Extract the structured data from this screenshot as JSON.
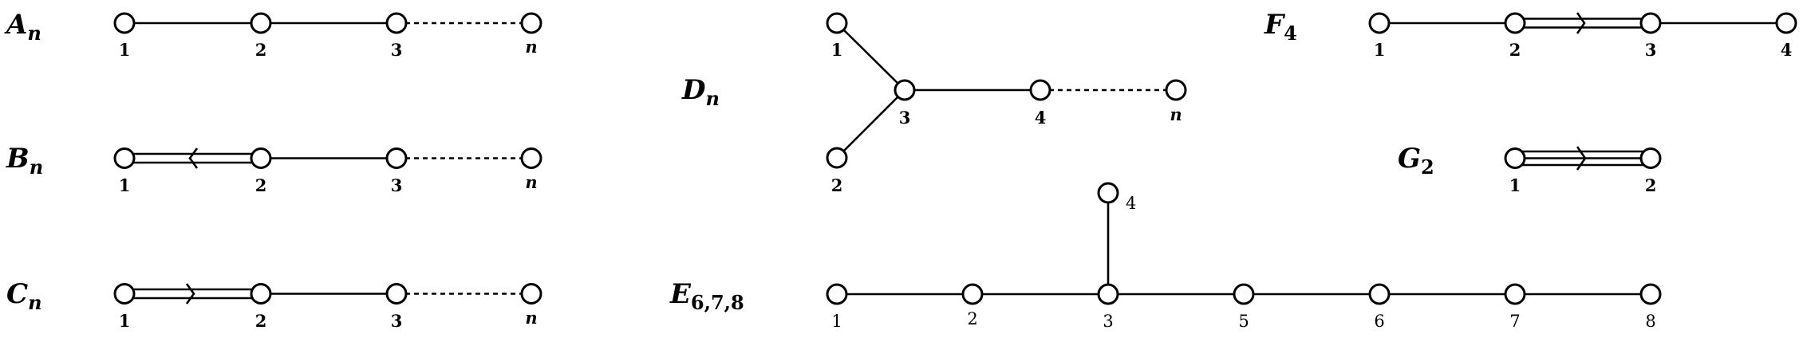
{
  "diagrams": [
    {
      "key": "A",
      "name": "A",
      "sub": "n",
      "sub_italic": true,
      "labels": [
        "1",
        "2",
        "3",
        "n"
      ]
    },
    {
      "key": "B",
      "name": "B",
      "sub": "n",
      "sub_italic": true,
      "labels": [
        "1",
        "2",
        "3",
        "n"
      ]
    },
    {
      "key": "C",
      "name": "C",
      "sub": "n",
      "sub_italic": true,
      "labels": [
        "1",
        "2",
        "3",
        "n"
      ]
    },
    {
      "key": "D",
      "name": "D",
      "sub": "n",
      "sub_italic": true,
      "labels": [
        "1",
        "2",
        "3",
        "4",
        "n"
      ]
    },
    {
      "key": "E",
      "name": "E",
      "sub": "6,7,8",
      "sub_italic": false,
      "labels": [
        "1",
        "2",
        "3",
        "4",
        "5",
        "6",
        "7",
        "8"
      ]
    },
    {
      "key": "F",
      "name": "F",
      "sub": "4",
      "sub_italic": false,
      "labels": [
        "1",
        "2",
        "3",
        "4"
      ]
    },
    {
      "key": "G",
      "name": "G",
      "sub": "2",
      "sub_italic": false,
      "labels": [
        "1",
        "2"
      ]
    }
  ]
}
